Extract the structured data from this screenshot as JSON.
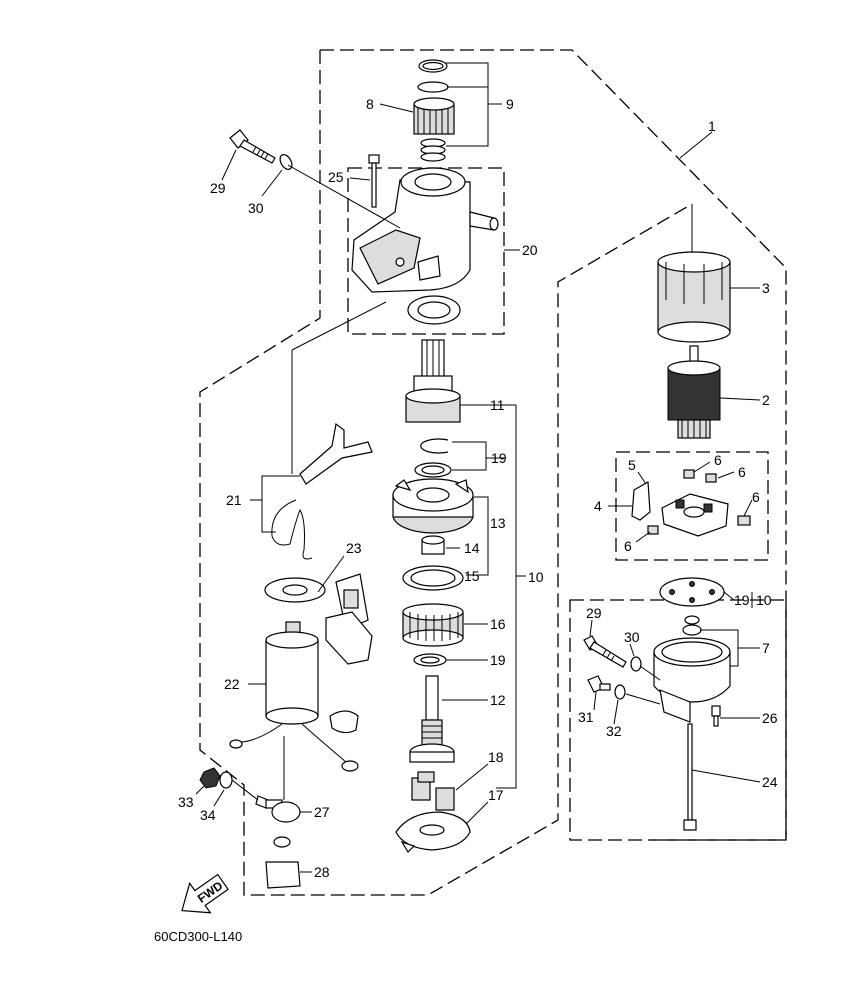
{
  "diagram_code": "60CD300-L140",
  "fwd_label": "FWD",
  "callouts": {
    "c1": "1",
    "c2": "2",
    "c3": "3",
    "c4": "4",
    "c5": "5",
    "c6a": "6",
    "c6b": "6",
    "c6c": "6",
    "c6d": "6",
    "c7": "7",
    "c8": "8",
    "c9": "9",
    "c10": "10",
    "c11": "11",
    "c12": "12",
    "c13": "13",
    "c14": "14",
    "c15": "15",
    "c16": "16",
    "c17": "17",
    "c18": "18",
    "c19a": "19",
    "c19b": "19",
    "c19c": "19",
    "c20": "20",
    "c21": "21",
    "c22": "22",
    "c23": "23",
    "c24": "24",
    "c25": "25",
    "c26": "26",
    "c27": "27",
    "c28": "28",
    "c29a": "29",
    "c29b": "29",
    "c30a": "30",
    "c30b": "30",
    "c31": "31",
    "c32": "32",
    "c33": "33",
    "c34": "34",
    "c10b": "10"
  }
}
